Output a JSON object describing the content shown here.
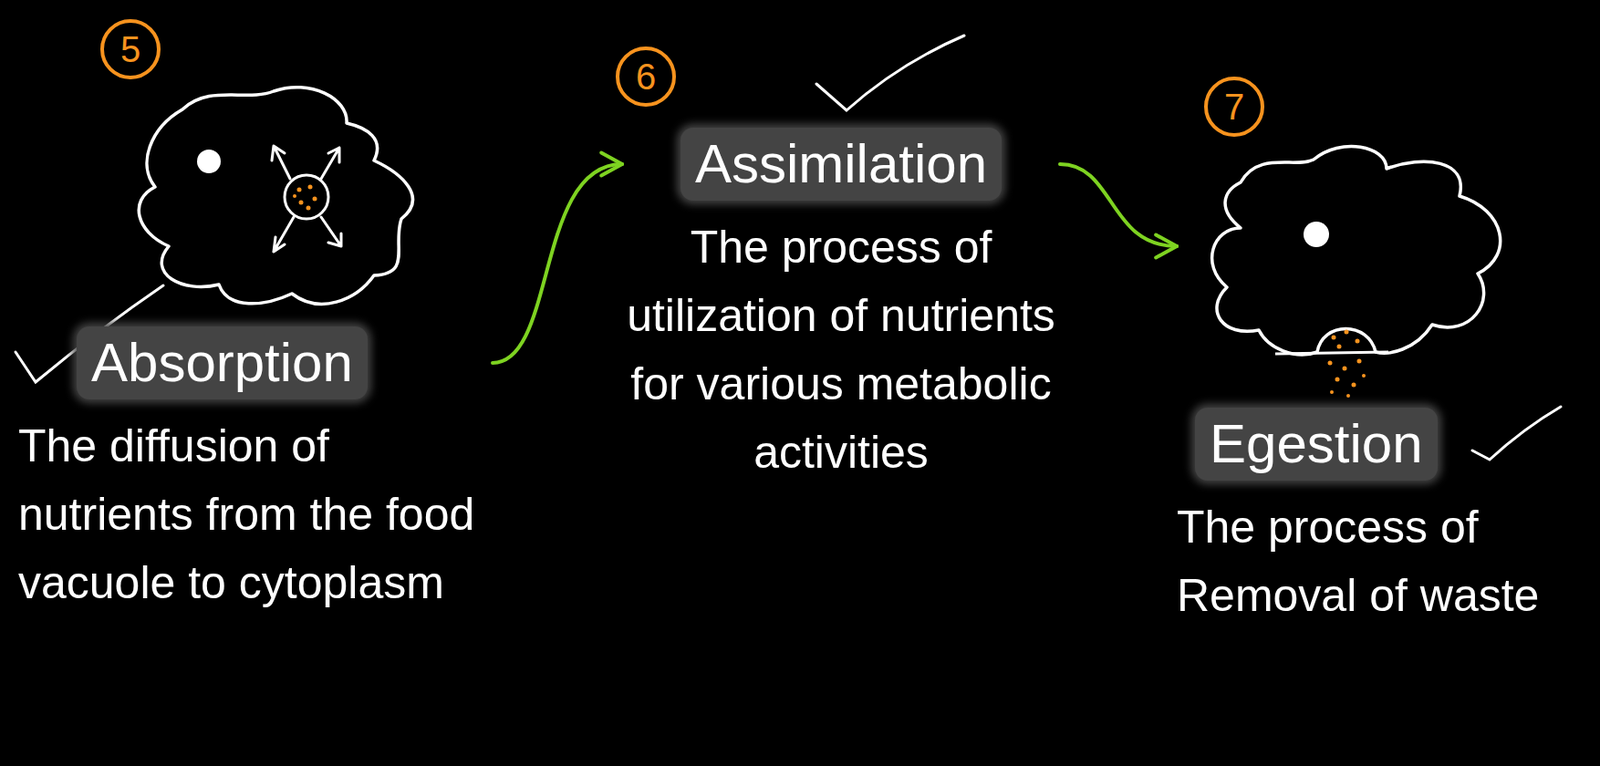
{
  "diagram": {
    "nodes": [
      {
        "text": [
          "Absorption",
          "The diffusion of nutrients from the food vacuole to cytoplasm"
        ]
      },
      {
        "text": [
          "Assimilation",
          "The process of utilization of nutrients for various metabolic activities"
        ]
      },
      {
        "text": [
          "Egestion",
          "The process of Removal of waste"
        ]
      }
    ],
    "edges": [
      {
        "from": 0,
        "to": 1,
        "arrow": "to"
      },
      {
        "from": 1,
        "to": 2,
        "arrow": "to"
      }
    ],
    "labels": [
      "5",
      "6",
      "7"
    ]
  }
}
